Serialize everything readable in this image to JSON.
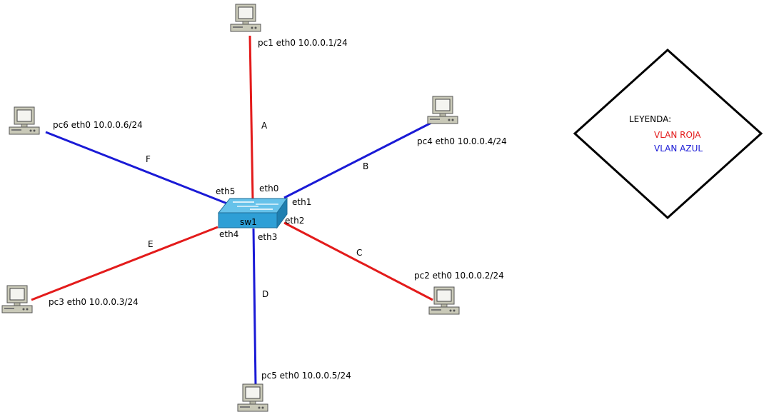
{
  "colors": {
    "vlan_roja": "#e31b1b",
    "vlan_azul": "#1a1ad6",
    "switch_body": "#2e9fd6",
    "switch_top": "#66c2ea",
    "pc_body": "#c9c9b8"
  },
  "switch": {
    "name": "sw1",
    "icon": "switch-icon"
  },
  "ports": {
    "eth0": "eth0",
    "eth1": "eth1",
    "eth2": "eth2",
    "eth3": "eth3",
    "eth4": "eth4",
    "eth5": "eth5"
  },
  "hosts": {
    "pc1": "pc1 eth0 10.0.0.1/24",
    "pc2": "pc2 eth0 10.0.0.2/24",
    "pc3": "pc3 eth0 10.0.0.3/24",
    "pc4": "pc4 eth0 10.0.0.4/24",
    "pc5": "pc5 eth0 10.0.0.5/24",
    "pc6": "pc6 eth0 10.0.0.6/24"
  },
  "links": {
    "A": "A",
    "B": "B",
    "C": "C",
    "D": "D",
    "E": "E",
    "F": "F"
  },
  "legend": {
    "title": "LEYENDA:",
    "red": "VLAN ROJA",
    "blue": "VLAN AZUL"
  }
}
